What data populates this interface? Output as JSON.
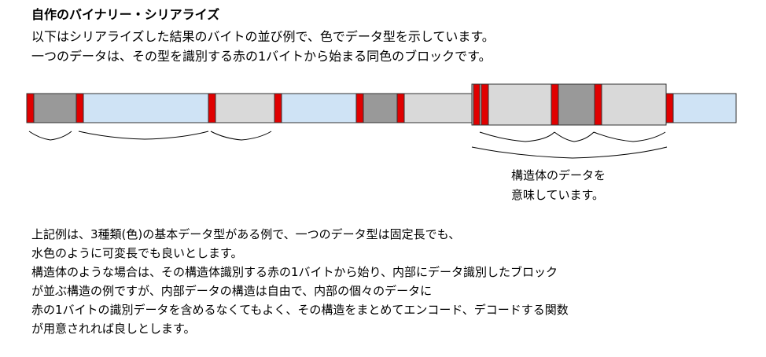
{
  "heading": {
    "title": "自作のバイナリー・シリアライズ",
    "intro_lines": [
      "以下はシリアライズした結果のバイトの並び例で、色でデータ型を示しています。",
      "一つのデータは、その型を識別する赤の1バイトから始まる同色のブロックです。"
    ]
  },
  "colors": {
    "id_byte": "#e00000",
    "dark_gray": "#999999",
    "light_blue": "#cfe3f5",
    "light_gray": "#d9d9d9",
    "outline": "#333333"
  },
  "note": {
    "lines": [
      "構造体のデータを",
      "意味しています。"
    ]
  },
  "body": {
    "lines": [
      "上記例は、3種類(色)の基本データ型がある例で、一つのデータ型は固定長でも、",
      "水色のように可変長でも良いとします。",
      "構造体のような場合は、その構造体識別する赤の1バイトから始り、内部にデータ識別したブロック",
      "が並ぶ構造の例ですが、内部データの構造は自由で、内部の個々のデータに",
      "赤の1バイトの識別データを含めるなくてもよく、その構造をまとめてエンコード、デコードする関数",
      "が用意されれば良しとします。"
    ]
  }
}
